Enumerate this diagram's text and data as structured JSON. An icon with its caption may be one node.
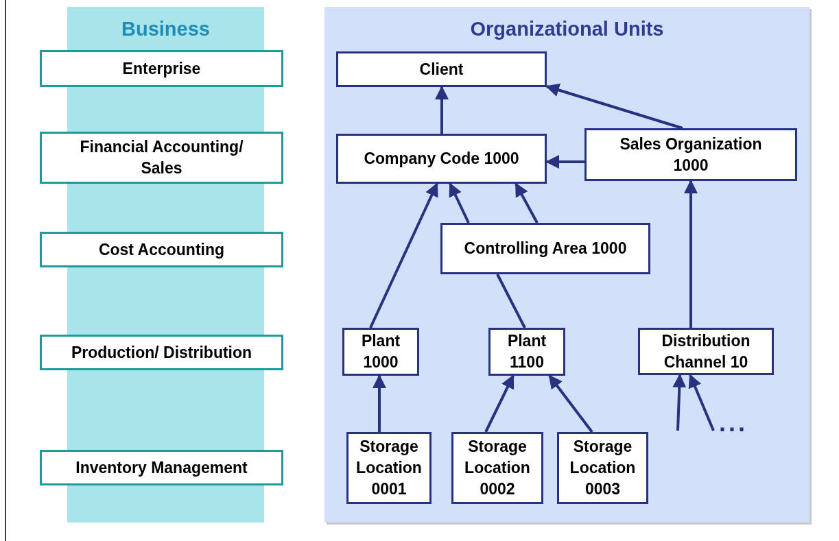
{
  "diagram": {
    "nodes": [
      {
        "text": [
          "Business"
        ]
      },
      {
        "text": [
          "Enterprise"
        ]
      },
      {
        "text": [
          "Financial Accounting/ Sales"
        ]
      },
      {
        "text": [
          "Cost Accounting"
        ]
      },
      {
        "text": [
          "Production/ Distribution"
        ]
      },
      {
        "text": [
          "Inventory Management"
        ]
      },
      {
        "text": [
          "Organizational Units"
        ]
      },
      {
        "text": [
          "Client"
        ],
        "in": 6
      },
      {
        "text": [
          "Company Code 1000"
        ],
        "in": 6
      },
      {
        "text": [
          "Sales Organization 1000"
        ],
        "in": 6
      },
      {
        "text": [
          "Controlling Area 1000"
        ],
        "in": 6
      },
      {
        "text": [
          "Plant 1000"
        ],
        "in": 6
      },
      {
        "text": [
          "Plant 1100"
        ],
        "in": 6
      },
      {
        "text": [
          "Distribution Channel 10"
        ],
        "in": 6
      },
      {
        "text": [
          "Storage Location 0001"
        ],
        "in": 6
      },
      {
        "text": [
          "Storage Location 0002"
        ],
        "in": 6
      },
      {
        "text": [
          "Storage Location 0003"
        ],
        "in": 6
      }
    ],
    "edges": [
      {
        "from": 8,
        "to": 7,
        "arrow": "to"
      },
      {
        "from": 9,
        "to": 7,
        "arrow": "to"
      },
      {
        "from": 9,
        "to": 8,
        "arrow": "to"
      },
      {
        "from": 11,
        "to": 8,
        "arrow": "to"
      },
      {
        "from": 10,
        "to": 8,
        "arrow": "to"
      },
      {
        "from": 10,
        "to": 8,
        "arrow": "to"
      },
      {
        "from": 12,
        "to": 10,
        "arrow": "none"
      },
      {
        "from": 13,
        "to": 9,
        "arrow": "to"
      },
      {
        "from": 14,
        "to": 11,
        "arrow": "to"
      },
      {
        "from": 15,
        "to": 12,
        "arrow": "to"
      },
      {
        "from": 16,
        "to": 12,
        "arrow": "to"
      },
      {
        "from": null,
        "to": 13,
        "arrow": "to"
      },
      {
        "from": null,
        "to": 13,
        "arrow": "to"
      }
    ],
    "labels": [
      "..."
    ]
  }
}
